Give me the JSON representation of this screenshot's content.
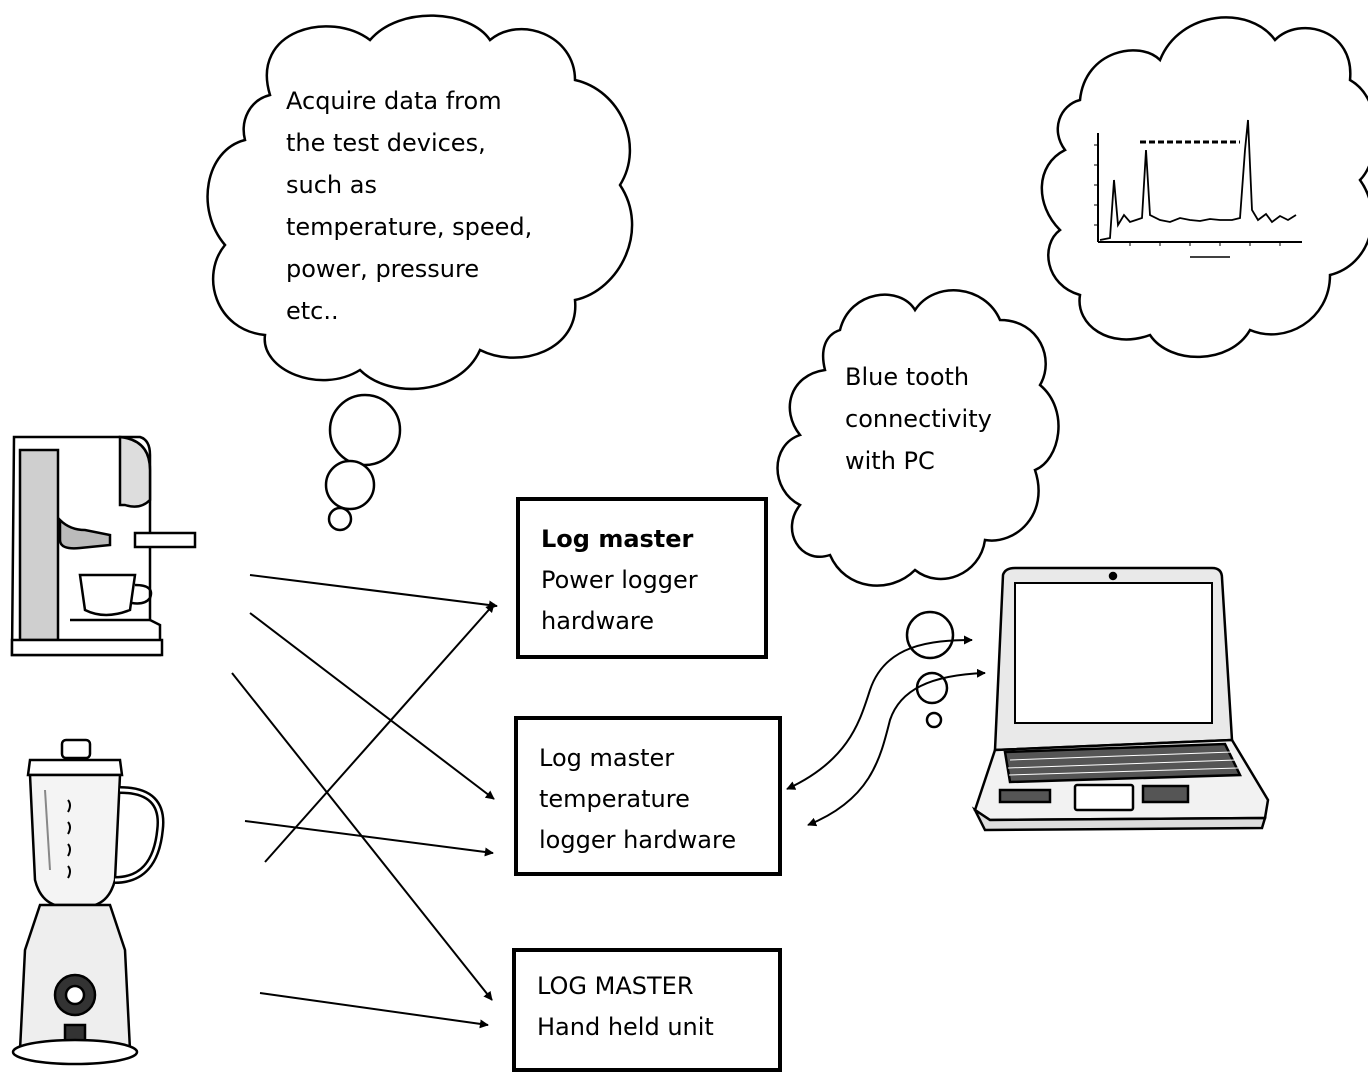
{
  "thought_bubbles": {
    "acquire_data": [
      "Acquire data from",
      "the test devices,",
      "such as",
      "temperature, speed,",
      "power, pressure",
      "etc.."
    ],
    "bluetooth": [
      "Blue tooth",
      "connectivity",
      "with PC"
    ]
  },
  "boxes": {
    "power_logger": {
      "title": "Log master",
      "line2": "Power logger",
      "line3": "hardware"
    },
    "temperature_logger": {
      "line1": "Log master",
      "line2": "temperature",
      "line3": "logger hardware"
    },
    "hand_held": {
      "line1": "LOG MASTER",
      "line2": "Hand held unit"
    }
  },
  "devices": {
    "coffee_machine": "coffee-machine-icon",
    "blender": "blender-icon",
    "laptop": "laptop-icon",
    "graph_picture": "waveform-graph-icon"
  }
}
